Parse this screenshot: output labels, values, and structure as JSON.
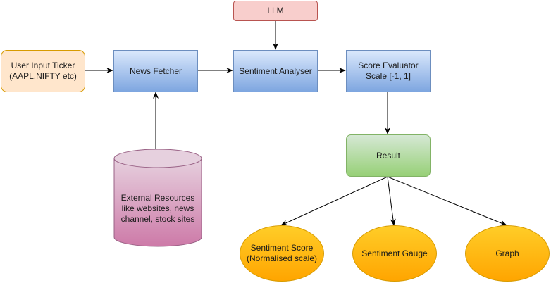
{
  "nodes": {
    "llm": "LLM",
    "user_input": [
      "User Input Ticker",
      "(AAPL,NIFTY etc)"
    ],
    "news_fetcher": "News Fetcher",
    "sentiment_analyser": "Sentiment Analyser",
    "score_evaluator": [
      "Score Evaluator",
      "Scale [-1, 1]"
    ],
    "result": "Result",
    "external_resources": [
      "External Resources",
      "like websites, news",
      "channel, stock sites"
    ],
    "sentiment_score": [
      "Sentiment Score",
      "(Normalised scale)"
    ],
    "sentiment_gauge": "Sentiment Gauge",
    "graph": "Graph"
  },
  "colors": {
    "edge": "#000000",
    "blue_top": "#dae8fc",
    "blue_bottom": "#7ea6e0",
    "peach": "#ffe6cc",
    "pink": "#f8cecc",
    "green_top": "#d5e8d4",
    "green_bottom": "#97d077",
    "orange_top": "#ffcd28",
    "orange_bottom": "#ffa500",
    "cylinder_top": "#e6d0de",
    "cylinder_bottom": "#cd7aa8"
  }
}
